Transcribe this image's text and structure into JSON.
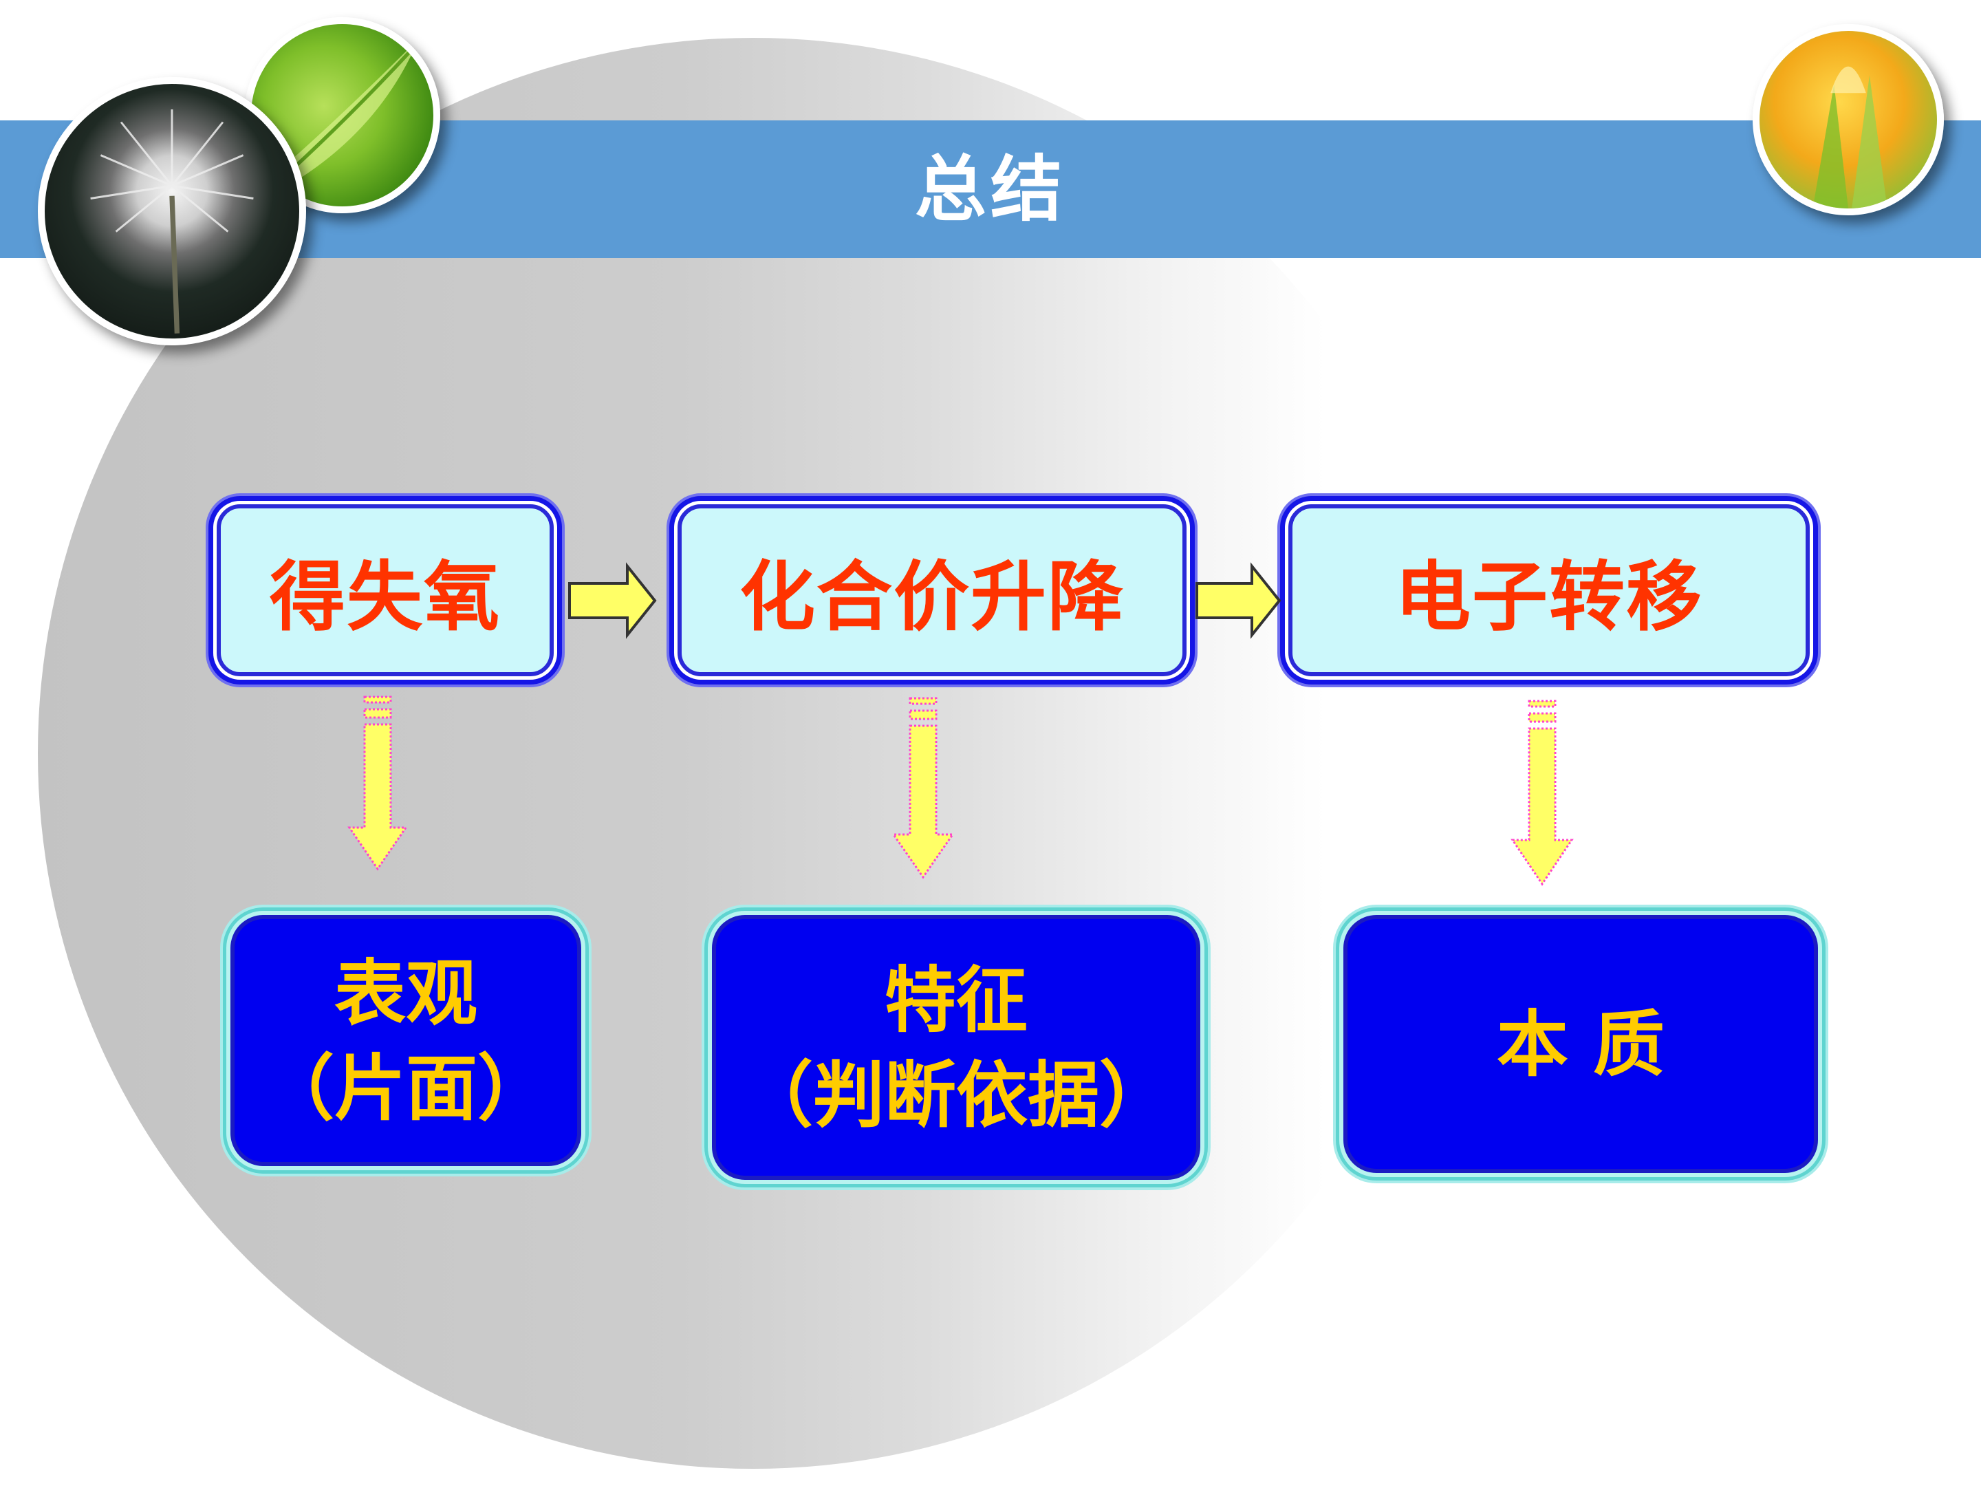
{
  "title": "总结",
  "top_row": [
    {
      "label": "得失氧"
    },
    {
      "label": "化合价升降"
    },
    {
      "label": "电子转移"
    }
  ],
  "bottom_row": [
    {
      "line1": "表观",
      "line2": "（片面）"
    },
    {
      "line1": "特征",
      "line2": "（判断依据）"
    },
    {
      "line1": "本 质",
      "line2": ""
    }
  ],
  "colors": {
    "title_band": "#5b9bd5",
    "top_box_fill": "#ccf8fb",
    "top_box_text": "#ff3300",
    "bottom_box_fill": "#0000f0",
    "bottom_box_text": "#ffcc00",
    "arrow_fill": "#ffff66"
  }
}
